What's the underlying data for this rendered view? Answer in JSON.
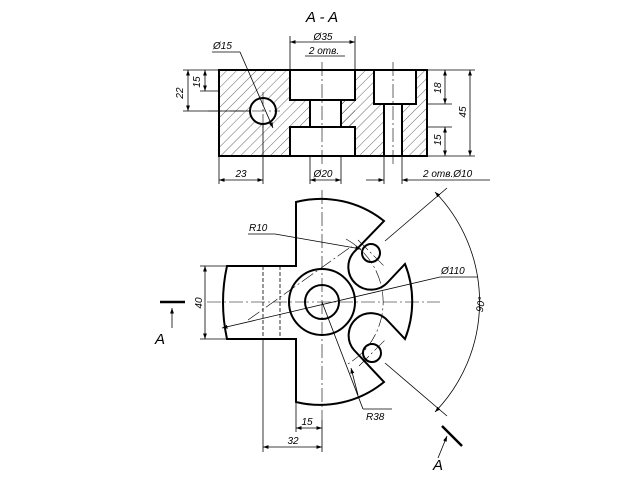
{
  "section_title": "A - A",
  "section_marker": "A",
  "dimensions": {
    "d35": "Ø35",
    "two_holes_top": "2 отв.",
    "d15": "Ø15",
    "h22": "22",
    "h15_left": "15",
    "h18": "18",
    "h45": "45",
    "h15_right": "15",
    "w23": "23",
    "d20": "Ø20",
    "two_holes_d10": "2 отв.Ø10",
    "r10": "R10",
    "d110": "Ø110",
    "w40": "40",
    "angle90": "90°",
    "w15": "15",
    "r38": "R38",
    "w32": "32"
  }
}
